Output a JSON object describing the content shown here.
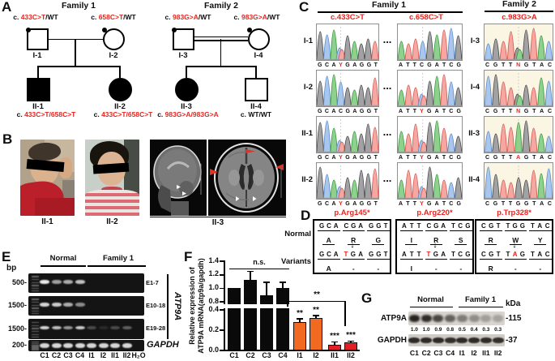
{
  "panels": {
    "a": "A",
    "b": "B",
    "c": "C",
    "d": "D",
    "e": "E",
    "f": "F",
    "g": "G"
  },
  "colors": {
    "red_text": "#e8241f",
    "orange_bar": "#f26a21",
    "crimson_bar": "#e11f26",
    "cream_bg": "#fbf5e4"
  },
  "panelA": {
    "families": [
      {
        "title": "Family 1",
        "consanguineous": false,
        "parents": [
          {
            "id": "I-1",
            "sex": "male",
            "carrier": true,
            "affected": false,
            "genotype": [
              {
                "t": "c. "
              },
              {
                "t": "433C>T",
                "red": true
              },
              {
                "t": "/WT"
              }
            ]
          },
          {
            "id": "I-2",
            "sex": "female",
            "carrier": true,
            "affected": false,
            "genotype": [
              {
                "t": "c. "
              },
              {
                "t": "658C>T",
                "red": true
              },
              {
                "t": "/WT"
              }
            ]
          }
        ],
        "children": [
          {
            "id": "II-1",
            "sex": "male",
            "affected": true,
            "genotype": [
              {
                "t": "c. "
              },
              {
                "t": "433C>T/658C>T",
                "red": true
              }
            ]
          },
          {
            "id": "II-2",
            "sex": "female",
            "affected": true,
            "genotype": [
              {
                "t": "c. "
              },
              {
                "t": "433C>T/658C>T",
                "red": true
              }
            ]
          }
        ]
      },
      {
        "title": "Family 2",
        "consanguineous": true,
        "parents": [
          {
            "id": "I-3",
            "sex": "male",
            "carrier": true,
            "affected": false,
            "genotype": [
              {
                "t": "c. "
              },
              {
                "t": "983G>A",
                "red": true
              },
              {
                "t": "/WT"
              }
            ]
          },
          {
            "id": "I-4",
            "sex": "female",
            "carrier": true,
            "affected": false,
            "genotype": [
              {
                "t": "c. "
              },
              {
                "t": "983G>A",
                "red": true
              },
              {
                "t": "/WT"
              }
            ]
          }
        ],
        "children": [
          {
            "id": "II-3",
            "sex": "female",
            "affected": true,
            "genotype": [
              {
                "t": "c. "
              },
              {
                "t": "983G>A/983G>A",
                "red": true
              }
            ]
          },
          {
            "id": "II-4",
            "sex": "male",
            "affected": false,
            "genotype": [
              {
                "t": "c. WT/WT"
              }
            ]
          }
        ]
      }
    ]
  },
  "panelB": {
    "photo_labels": [
      "II-1",
      "II-2"
    ],
    "mri_label": "II-3"
  },
  "panelC": {
    "family1": {
      "title": "Family 1",
      "columns": [
        "c.433C>T",
        "c.658C>T"
      ],
      "separator": "...",
      "rows": [
        {
          "id": "I-1",
          "seqs": [
            "GCAYGAGGT",
            "ATTCGATCG"
          ],
          "red": [
            3,
            -1
          ]
        },
        {
          "id": "I-2",
          "seqs": [
            "GCACGAGGT",
            "ATTYGATCG"
          ],
          "red": [
            -1,
            3
          ]
        },
        {
          "id": "II-1",
          "seqs": [
            "GCAYGAGGT",
            "ATTYGATCG"
          ],
          "red": [
            3,
            3
          ]
        },
        {
          "id": "II-2",
          "seqs": [
            "GCAYGAGGT",
            "ATTYGATCG"
          ],
          "red": [
            3,
            3
          ]
        }
      ]
    },
    "family2": {
      "title": "Family 2",
      "columns": [
        "c.983G>A"
      ],
      "rows": [
        {
          "id": "I-3",
          "seqs": [
            "CGTTNGTAC"
          ],
          "red": [
            4
          ]
        },
        {
          "id": "I-4",
          "seqs": [
            "CGTTNGTAC"
          ],
          "red": [
            4
          ]
        },
        {
          "id": "II-3",
          "seqs": [
            "CGTTAGTAC"
          ],
          "red": [
            4
          ]
        },
        {
          "id": "II-4",
          "seqs": [
            "CGTTGGTAC"
          ],
          "red": [
            -1
          ]
        }
      ]
    }
  },
  "panelD": {
    "row_labels": [
      "Normal",
      "Variants"
    ],
    "boxes": [
      {
        "title": "p.Arg145*",
        "normal_seq": "GCACGAGGT",
        "normal_aa": [
          "A",
          "R",
          "G"
        ],
        "variant_seq": "GCATGAGGT",
        "red_idx": 3,
        "variant_aa": [
          "A",
          "-",
          "-"
        ]
      },
      {
        "title": "p.Arg220*",
        "normal_seq": "ATTCGATCG",
        "normal_aa": [
          "I",
          "R",
          "S"
        ],
        "variant_seq": "ATTTGATCG",
        "red_idx": 3,
        "variant_aa": [
          "I",
          "-",
          "-"
        ]
      },
      {
        "title": "p.Trp328*",
        "normal_seq": "CGTTGGTAC",
        "normal_aa": [
          "R",
          "W",
          "Y"
        ],
        "variant_seq": "CGTTAGTAC",
        "red_idx": 4,
        "variant_aa": [
          "R",
          "-",
          "-"
        ]
      }
    ]
  },
  "panelE": {
    "bp": "bp",
    "groups": [
      "Normal",
      "Family 1"
    ],
    "gene": "ATP9A",
    "lanes": [
      "C1",
      "C2",
      "C3",
      "C4",
      "I1",
      "I2",
      "II1",
      "II2",
      "H₂O"
    ],
    "gels": [
      {
        "size": "500-",
        "label": "E1-7",
        "bands": [
          1,
          0.65,
          0.7,
          0.8,
          0,
          0,
          0,
          0,
          0
        ]
      },
      {
        "size": "1500-",
        "label": "E10-18",
        "bands": [
          0.9,
          0.85,
          0.7,
          0.55,
          0,
          0,
          0,
          0,
          0
        ]
      },
      {
        "size": "1500-",
        "label": "E19-28",
        "bands": [
          0.9,
          0.8,
          0.6,
          0.85,
          0.25,
          0.1,
          0.25,
          0.35,
          0
        ]
      },
      {
        "size": "200-",
        "label": "GAPDH",
        "bands": [
          0.9,
          0.9,
          0.9,
          0.9,
          0.9,
          0.9,
          0.9,
          0.9,
          0
        ]
      }
    ]
  },
  "panelG": {
    "groups": [
      "Normal",
      "Family 1"
    ],
    "kda": "kDa",
    "lanes": [
      "C1",
      "C2",
      "C3",
      "C4",
      "I1",
      "I2",
      "II1",
      "II2"
    ],
    "blots": [
      {
        "label": "ATP9A",
        "size": "-115",
        "values": [
          "1.0",
          "1.0",
          "0.9",
          "0.8",
          "0.5",
          "0.4",
          "0.3",
          "0.3"
        ],
        "intensities": [
          1,
          0.95,
          0.8,
          0.65,
          0.5,
          0.4,
          0.3,
          0.28
        ]
      },
      {
        "label": "GAPDH",
        "size": "-37",
        "intensities": [
          0.95,
          0.95,
          0.95,
          0.92,
          0.95,
          0.95,
          0.95,
          0.92
        ]
      }
    ]
  },
  "chart_data": {
    "type": "bar",
    "categories": [
      "C1",
      "C2",
      "C3",
      "C4",
      "I1",
      "I2",
      "II1",
      "II2"
    ],
    "values": [
      1.0,
      1.13,
      0.9,
      1.0,
      0.28,
      0.32,
      0.06,
      0.08
    ],
    "errors": [
      0,
      0.13,
      0.2,
      0.1,
      0.04,
      0.03,
      0.03,
      0.02
    ],
    "bar_colors": [
      "#0a0a0a",
      "#0a0a0a",
      "#0a0a0a",
      "#0a0a0a",
      "#f26a21",
      "#f26a21",
      "#e11f26",
      "#e11f26"
    ],
    "ylabel": [
      "Relative expression of",
      "ATP9A mRNA(atp9a/gapdh)"
    ],
    "yticks_upper": [
      1.4,
      1.2,
      1.0,
      0.8
    ],
    "yticks_lower": [
      0.4,
      0.2,
      0.0
    ],
    "ylim": [
      0,
      1.45
    ],
    "axis_break_between": [
      0.45,
      0.75
    ],
    "grid": false,
    "annotations": {
      "ns": "n.s.",
      "per_bar": [
        "",
        "",
        "",
        "",
        "**",
        "**",
        "***",
        "***"
      ],
      "group_bracket": "**"
    }
  }
}
